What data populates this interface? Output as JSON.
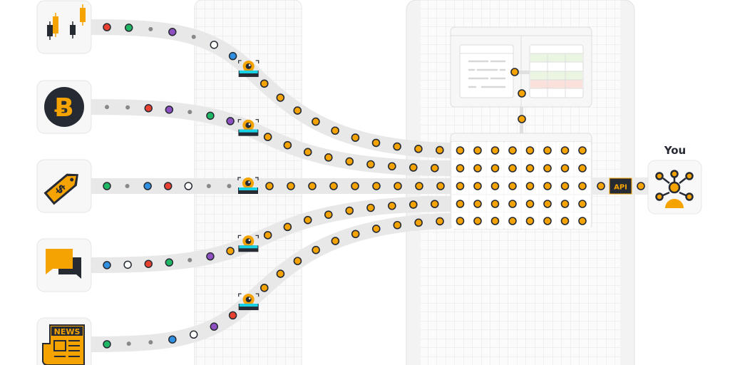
{
  "title": "Data sources to API pipeline",
  "colors": {
    "orange": "#f5a300",
    "dark": "#262a33",
    "band": "#e8e8e8",
    "cyan": "#18d3e6",
    "red": "#e8412f",
    "green": "#1fb763",
    "blue": "#2f8fe0",
    "purple": "#8e4fc0",
    "gray": "#888888",
    "white": "#ffffff"
  },
  "sources": [
    {
      "name": "candlestick-chart",
      "dots": [
        "red",
        "green",
        "gray",
        "purple",
        "gray",
        "white",
        "blue"
      ]
    },
    {
      "name": "bitcoin",
      "dots": [
        "gray",
        "gray",
        "red",
        "purple",
        "gray",
        "green",
        "purple"
      ]
    },
    {
      "name": "price-tag",
      "dots": [
        "green",
        "gray",
        "blue",
        "red",
        "white",
        "gray",
        "gray"
      ]
    },
    {
      "name": "chat",
      "dots": [
        "blue",
        "white",
        "red",
        "green",
        "gray",
        "purple",
        "orange"
      ]
    },
    {
      "name": "news",
      "dots": [
        "green",
        "gray",
        "gray",
        "blue",
        "white",
        "purple",
        "red"
      ],
      "label": "NEWS"
    }
  ],
  "table": {
    "rows": 5,
    "cols": 8
  },
  "api_label": "API",
  "user_label": "You"
}
